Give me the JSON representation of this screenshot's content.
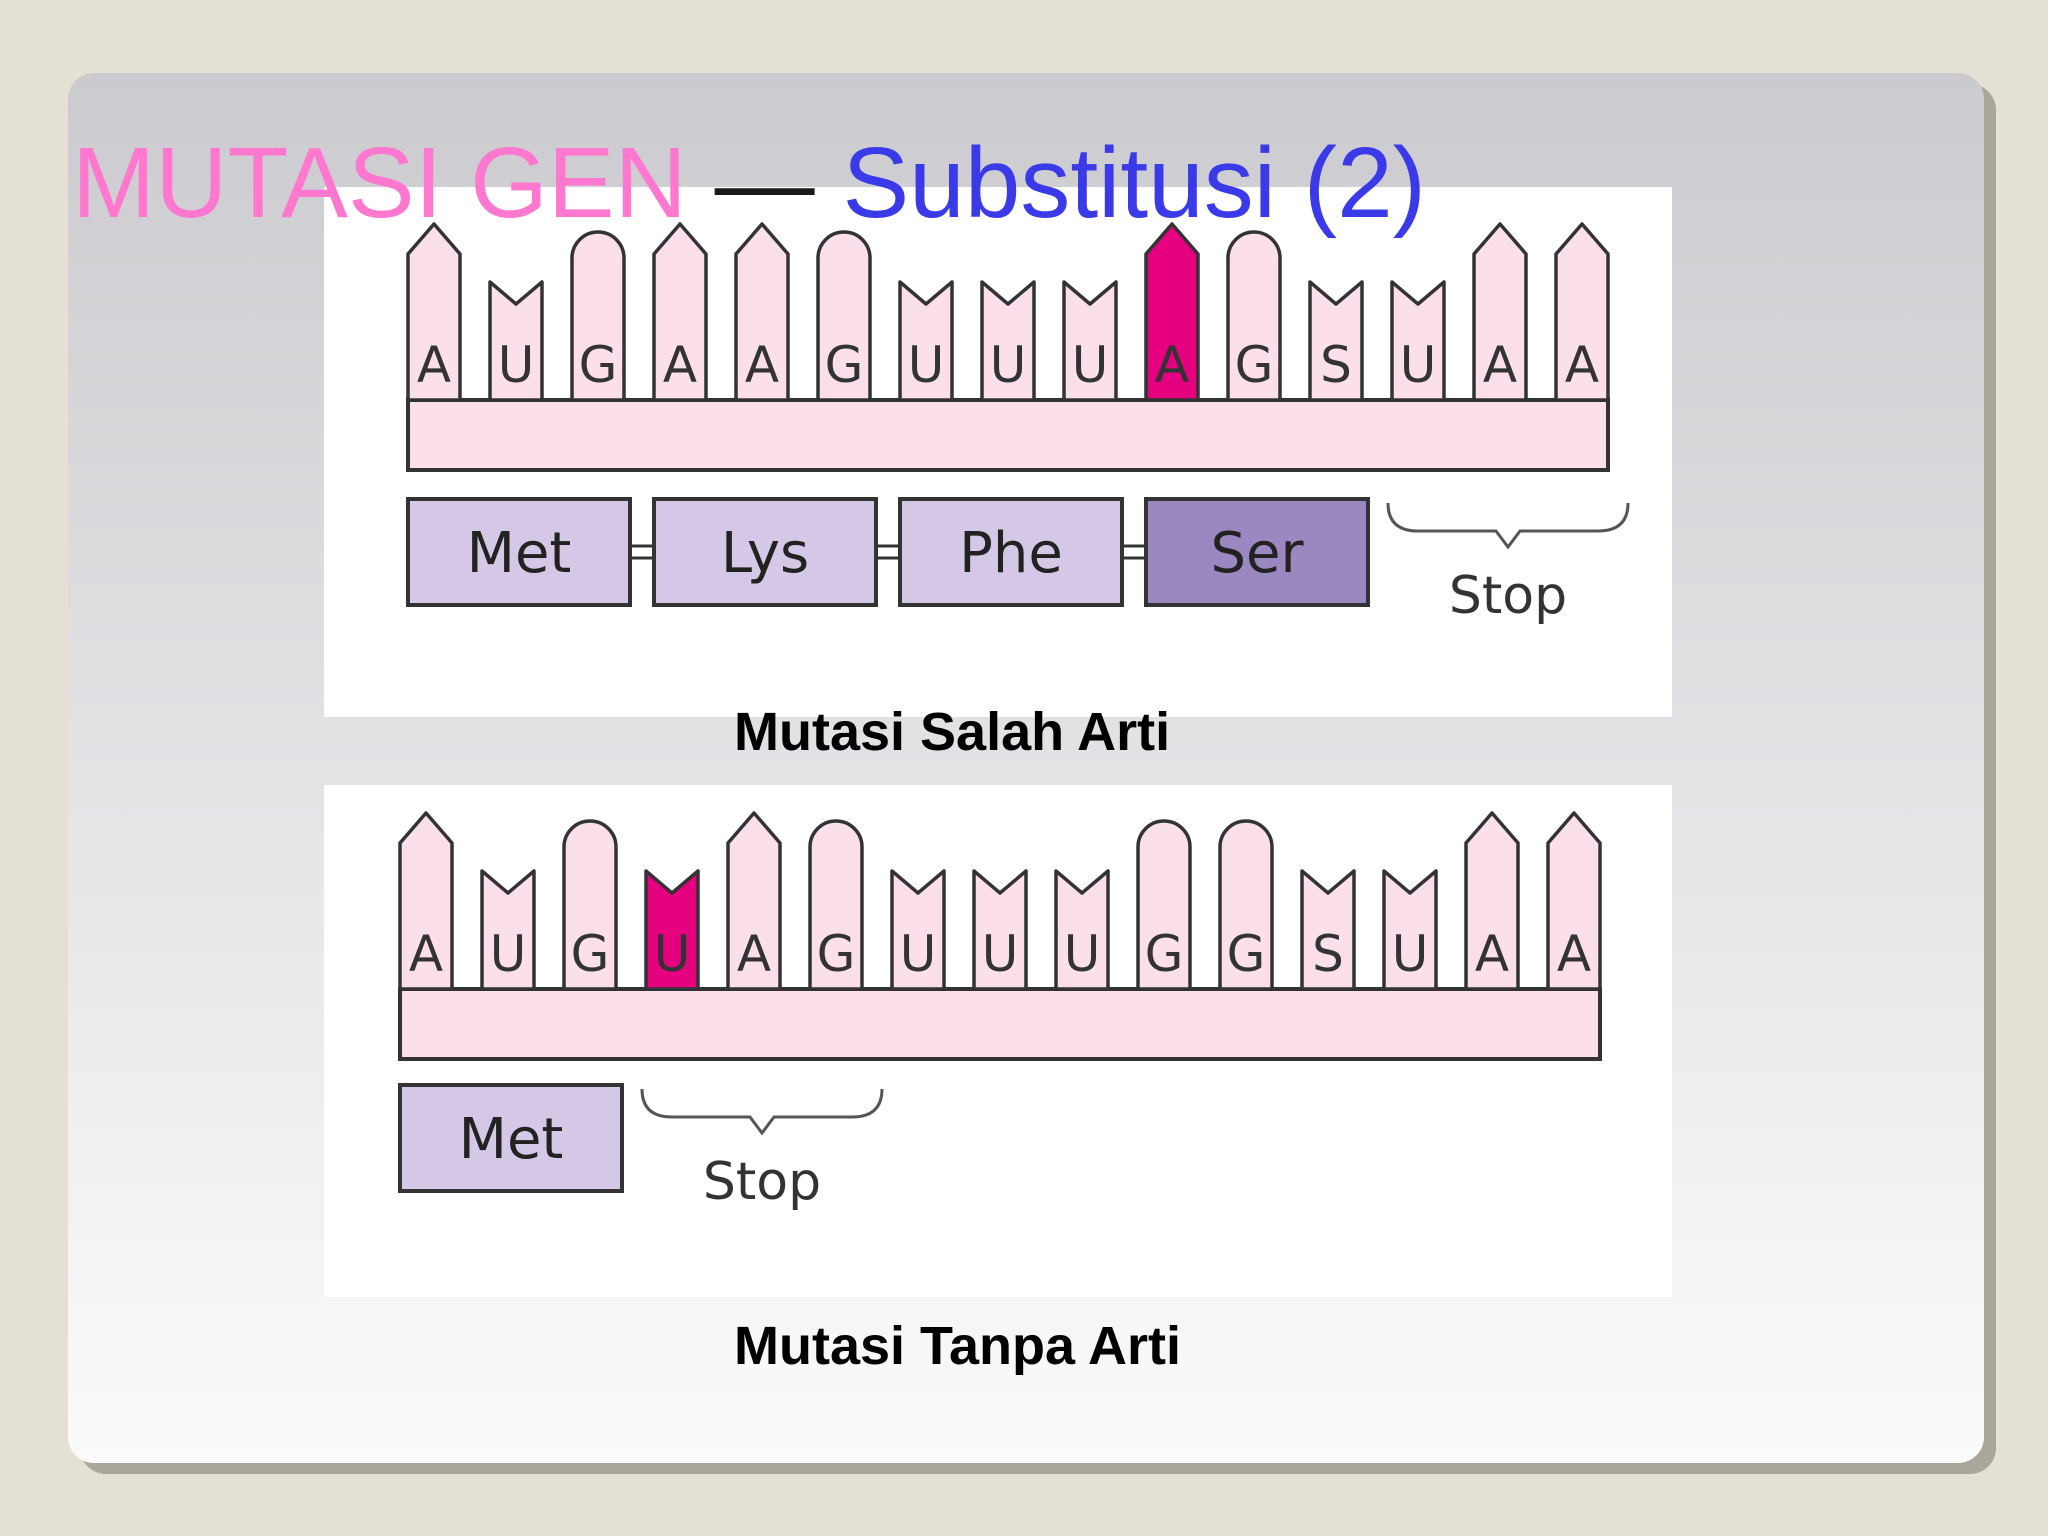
{
  "title": {
    "part1": "MUTASI GEN",
    "dash": "—",
    "part2": "Substitusi (2)"
  },
  "colors": {
    "title_pink": "#ff78d0",
    "title_blue": "#3a3ae8",
    "nucleotide_fill": "#fbe0ec",
    "mutation_highlight": "#e4007f",
    "amino_acid_fill": "#d4c8e6",
    "amino_acid_mutated_fill": "#9c88c0"
  },
  "diagrams": [
    {
      "caption": "Mutasi Salah Arti",
      "bases": [
        {
          "letter": "A",
          "shape": "point"
        },
        {
          "letter": "U",
          "shape": "notch"
        },
        {
          "letter": "G",
          "shape": "round"
        },
        {
          "letter": "A",
          "shape": "point"
        },
        {
          "letter": "A",
          "shape": "point"
        },
        {
          "letter": "G",
          "shape": "round"
        },
        {
          "letter": "U",
          "shape": "notch"
        },
        {
          "letter": "U",
          "shape": "notch"
        },
        {
          "letter": "U",
          "shape": "notch"
        },
        {
          "letter": "A",
          "shape": "point",
          "mutated": true
        },
        {
          "letter": "G",
          "shape": "round"
        },
        {
          "letter": "S",
          "shape": "notch"
        },
        {
          "letter": "U",
          "shape": "notch"
        },
        {
          "letter": "A",
          "shape": "point"
        },
        {
          "letter": "A",
          "shape": "point"
        }
      ],
      "amino_acids": [
        {
          "label": "Met"
        },
        {
          "label": "Lys"
        },
        {
          "label": "Phe"
        },
        {
          "label": "Ser",
          "mutated": true
        }
      ],
      "stop_label": "Stop",
      "stop_after_codon": 4
    },
    {
      "caption": "Mutasi Tanpa Arti",
      "bases": [
        {
          "letter": "A",
          "shape": "point"
        },
        {
          "letter": "U",
          "shape": "notch"
        },
        {
          "letter": "G",
          "shape": "round"
        },
        {
          "letter": "U",
          "shape": "notch",
          "mutated": true
        },
        {
          "letter": "A",
          "shape": "point"
        },
        {
          "letter": "G",
          "shape": "round"
        },
        {
          "letter": "U",
          "shape": "notch"
        },
        {
          "letter": "U",
          "shape": "notch"
        },
        {
          "letter": "U",
          "shape": "notch"
        },
        {
          "letter": "G",
          "shape": "round"
        },
        {
          "letter": "G",
          "shape": "round"
        },
        {
          "letter": "S",
          "shape": "notch"
        },
        {
          "letter": "U",
          "shape": "notch"
        },
        {
          "letter": "A",
          "shape": "point"
        },
        {
          "letter": "A",
          "shape": "point"
        }
      ],
      "amino_acids": [
        {
          "label": "Met"
        }
      ],
      "stop_label": "Stop",
      "stop_after_codon": 1
    }
  ]
}
